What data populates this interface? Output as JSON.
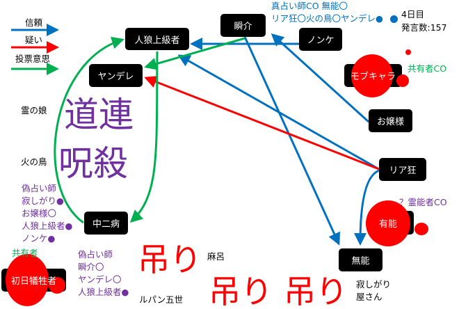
{
  "legend": {
    "trust": "信頼",
    "doubt": "疑い",
    "vote": "投票意思"
  },
  "colors": {
    "trust": "#0070c0",
    "doubt": "#ff0000",
    "vote": "#00b050",
    "note": "#7030a0",
    "blood": "#ff0000"
  },
  "status": {
    "day": "4日目",
    "posts": "発言数:157"
  },
  "nodes": {
    "jinro": "人狼上級者",
    "yandere": "ヤンデレ",
    "shunsuke": "瞬介",
    "nonke": "ノンケ",
    "mob": "モブキャラ",
    "ojou": "お嬢様",
    "riakyo": "リア狂",
    "yuno": "有能",
    "chuni": "中二病",
    "muno": "無能",
    "shonichi": "初日犠牲者"
  },
  "notes": {
    "top": [
      "真占い師CO 無能〇",
      "リア狂〇火の鳥〇ヤンデレ●"
    ],
    "mob": "共有者CO",
    "yuno": "？霊能者CO",
    "shonichi": "共有者",
    "fake1": [
      "偽占い師",
      "寂しがり●",
      "お嬢様〇",
      "人狼上級者●",
      "ノンケ●"
    ],
    "fake2": [
      "偽占い師",
      "瞬介〇",
      "ヤンデレ〇",
      "人狼上級者●"
    ]
  },
  "big": {
    "michizure": "道連",
    "jusatsu": "呪殺",
    "hang": "吊り"
  },
  "dead": {
    "rei": "霊の娘",
    "hinotori": "火の鳥",
    "maro": "麻呂",
    "lupin": "ルパン五世",
    "sabi1": "寂しがり",
    "sabi2": "屋さん"
  }
}
